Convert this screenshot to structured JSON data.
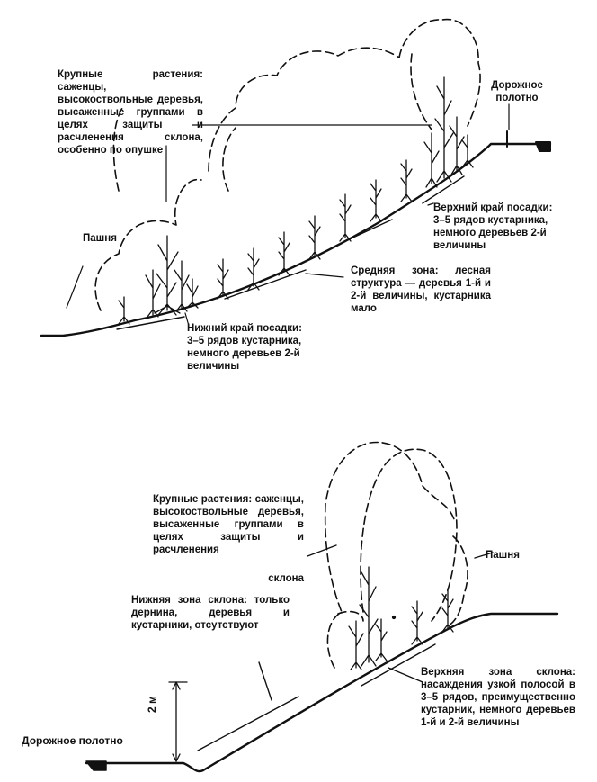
{
  "top_diagram": {
    "large_plants": "Крупные растения: саженцы, высокоствольные деревья, высаженные группами в целях защиты и расчленения склона, особенно по опушке",
    "road": "Дорожное\nполотно",
    "field": "Пашня",
    "upper_edge": "Верхний край посадки:\n3–5 рядов кустарника,\nнемного деревьев 2-й\nвеличины",
    "middle_zone": "Средняя зона: лесная структура — деревья 1-й и 2-й величины, кустарника мало",
    "lower_edge": "Нижний край посадки:\n3–5 рядов кустарника,\nнемного деревьев 2-й\nвеличины"
  },
  "bottom_diagram": {
    "large_plants": "Крупные растения: саженцы, высокоствольные деревья, высаженные группами в целях защиты и расчленения",
    "large_plants_tail": "склона",
    "field": "Пашня",
    "lower_zone": "Нижняя зона склона: только дернина, деревья и кустарники, отсутствуют",
    "height": "2 м",
    "road": "Дорожное полотно",
    "upper_zone": "Верхняя зона склона: насаждения узкой полосой в 3–5 рядов, преимущественно кустарник, немного деревьев 1-й и 2-й величины"
  }
}
